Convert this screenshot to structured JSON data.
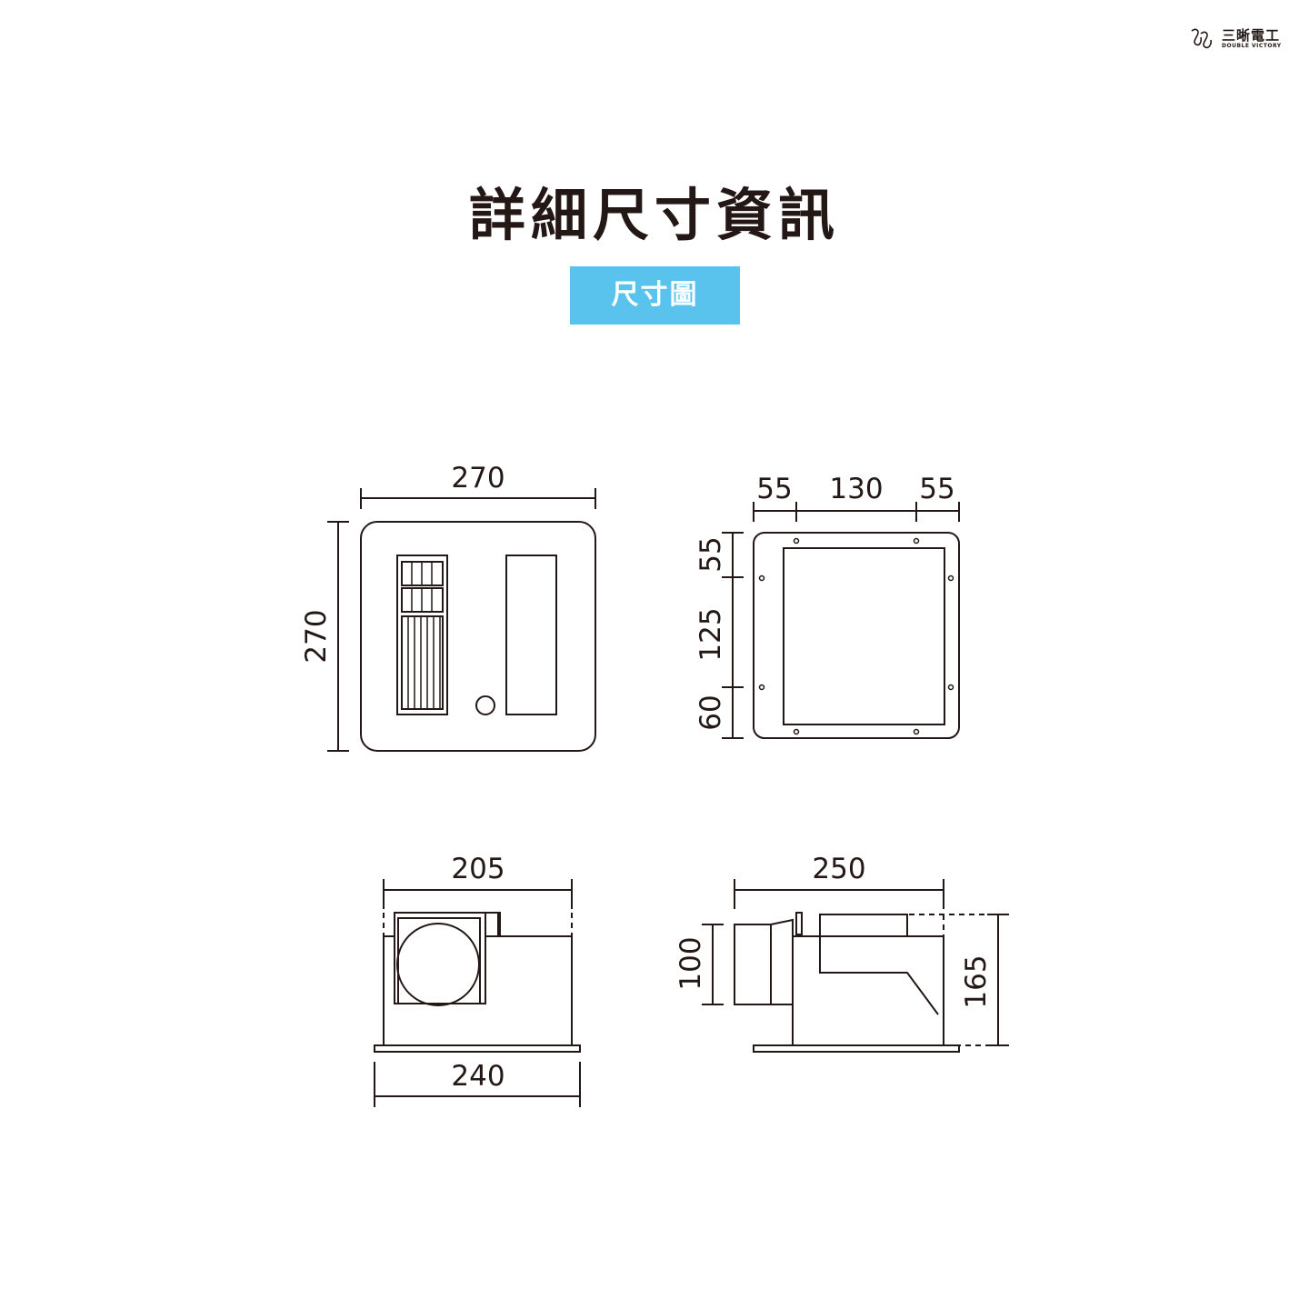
{
  "brand": {
    "name_cn": "三晰電工",
    "name_en": "DOUBLE VICTORY",
    "mark_icon": "double-victory-logo-icon"
  },
  "title": "詳細尺寸資訊",
  "tag": "尺寸圖",
  "colors": {
    "ink": "#231815",
    "tag_bg": "#59c3ee",
    "tag_text": "#ffffff"
  },
  "dimensions": {
    "front": {
      "width": "270",
      "height": "270"
    },
    "cutout": {
      "left": "55",
      "middle": "130",
      "right": "55",
      "top": "55",
      "center": "125",
      "bottom": "60"
    },
    "side_a": {
      "top": "205",
      "bottom": "240"
    },
    "side_b": {
      "top": "250",
      "left": "100",
      "right": "165"
    }
  }
}
